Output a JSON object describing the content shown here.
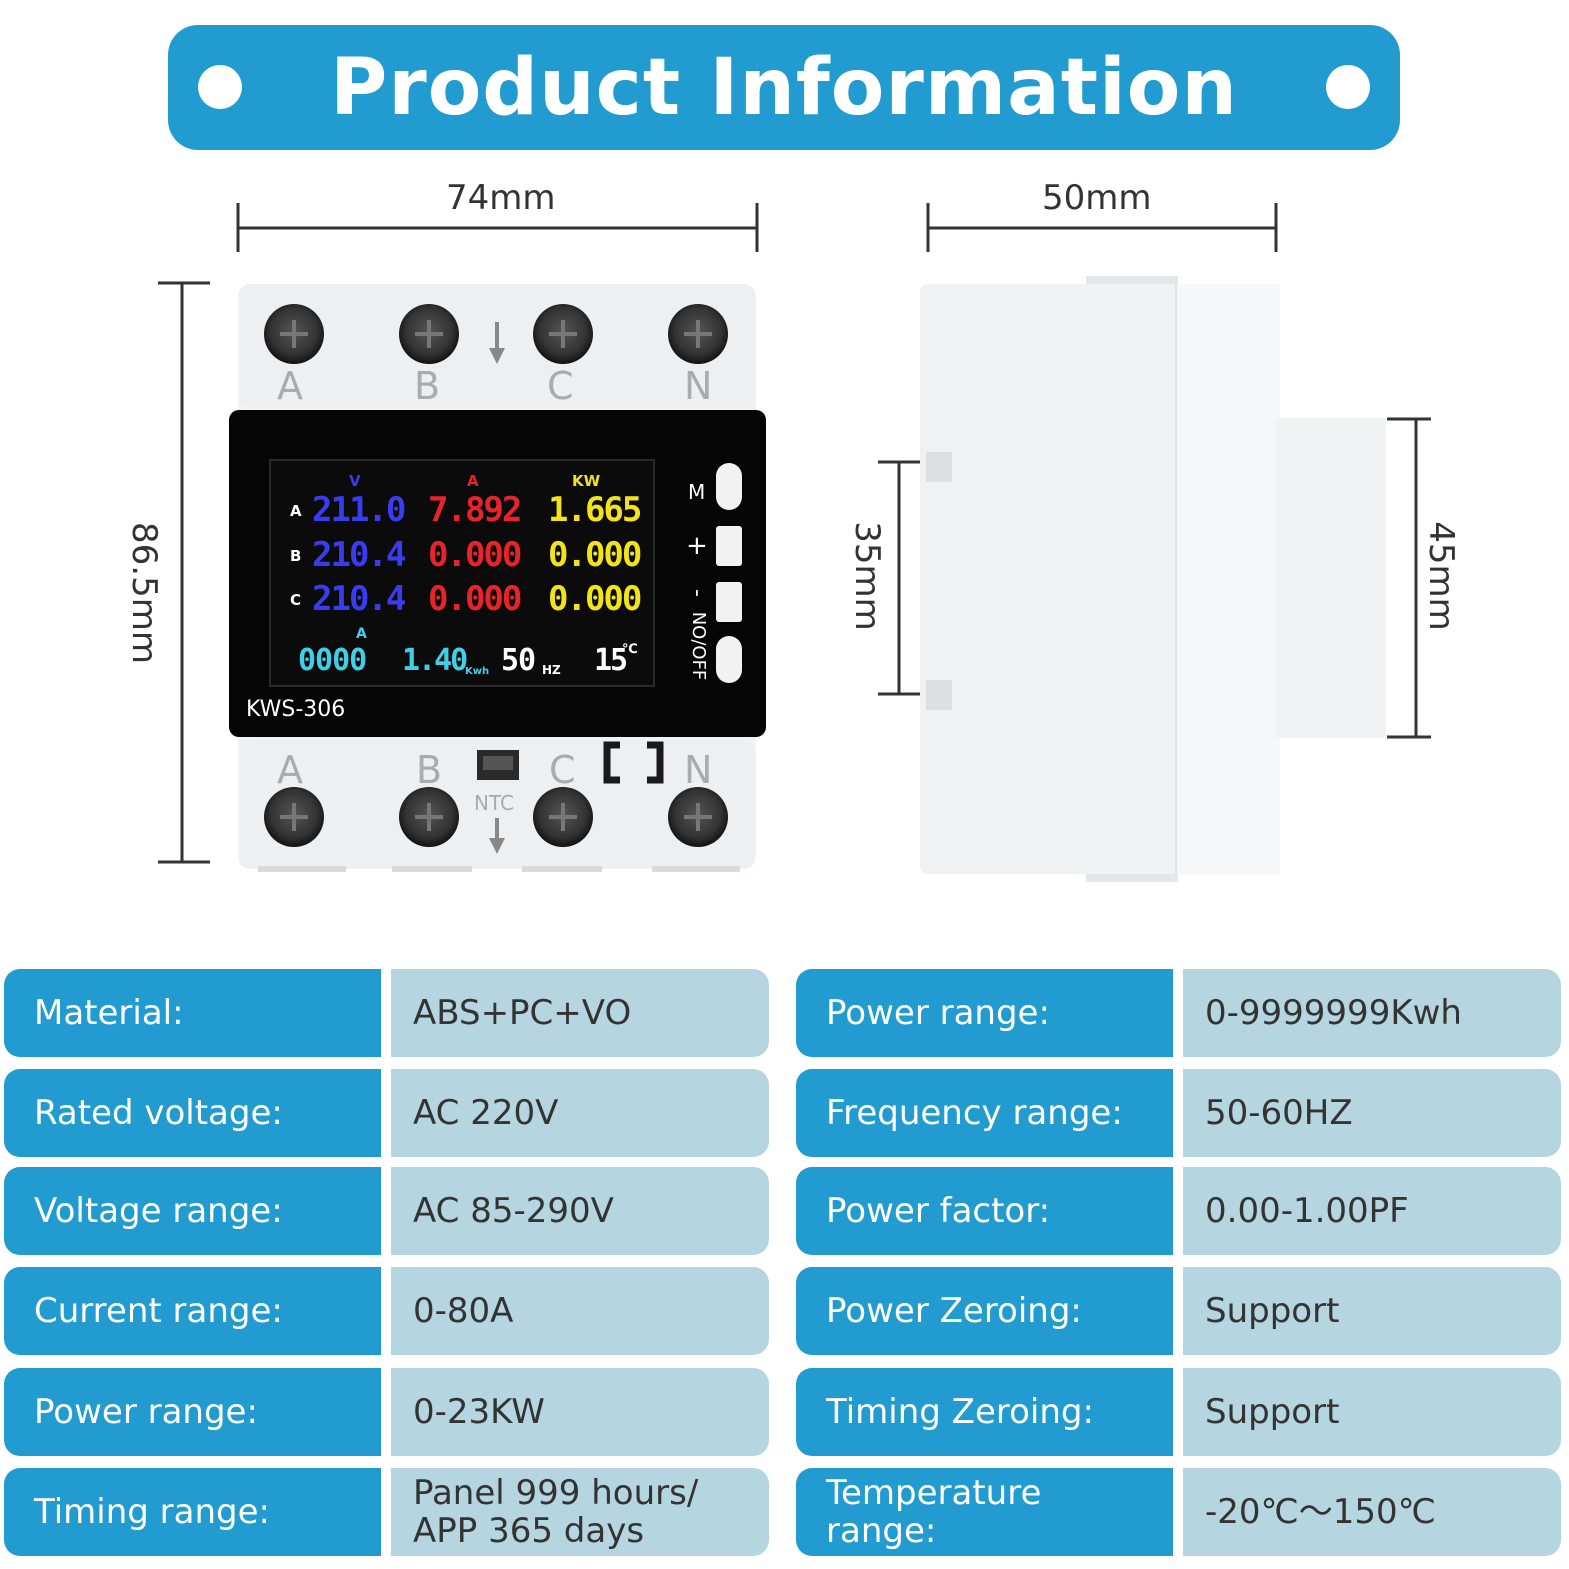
{
  "banner": {
    "title": "Product Information"
  },
  "dimensions": {
    "front_width": "74mm",
    "front_height": "86.5mm",
    "side_width": "50mm",
    "rail_height": "35mm",
    "side_height": "45mm"
  },
  "device": {
    "model": "KWS-306",
    "ntc_label": "NTC",
    "terminals_top": [
      "A",
      "B",
      "C",
      "N"
    ],
    "terminals_bottom": [
      "A",
      "B",
      "C",
      "N"
    ],
    "units": {
      "v": "V",
      "a": "A",
      "kw": "KW",
      "a2": "A",
      "kwh": "Kwh",
      "hz": "HZ",
      "deg": "℃"
    },
    "rows": [
      {
        "phase": "A",
        "voltage": "211.0",
        "current": "7.892",
        "power": "1.665"
      },
      {
        "phase": "B",
        "voltage": "210.4",
        "current": "0.000",
        "power": "0.000"
      },
      {
        "phase": "C",
        "voltage": "210.4",
        "current": "0.000",
        "power": "0.000"
      }
    ],
    "bottom": {
      "current": "0000",
      "energy": "1.40",
      "freq": "50",
      "temp": "15"
    },
    "buttons": [
      "M",
      "+",
      "-",
      "NO/OFF"
    ]
  },
  "specs_left": [
    {
      "key": "Material:",
      "value": "ABS+PC+VO"
    },
    {
      "key": "Rated voltage:",
      "value": "AC 220V"
    },
    {
      "key": "Voltage range:",
      "value": "AC 85-290V"
    },
    {
      "key": "Current range:",
      "value": "0-80A"
    },
    {
      "key": "Power range:",
      "value": "0-23KW"
    },
    {
      "key": "Timing range:",
      "value_line1": "Panel 999 hours/",
      "value_line2": "APP 365 days"
    }
  ],
  "specs_right": [
    {
      "key": "Power range:",
      "value": "0-9999999Kwh"
    },
    {
      "key": "Frequency range:",
      "value": "50-60HZ"
    },
    {
      "key": "Power factor:",
      "value": "0.00-1.00PF"
    },
    {
      "key": "Power Zeroing:",
      "value": "Support"
    },
    {
      "key": "Timing Zeroing:",
      "value": "Support"
    },
    {
      "key_line1": "Temperature",
      "key_line2": "range:",
      "value": "-20℃～150℃"
    }
  ],
  "colors": {
    "accent": "#219bd0",
    "value_bg": "#b5d5e0",
    "lcd_voltage": "#3a3cf0",
    "lcd_current": "#e8232a",
    "lcd_power": "#f2e21a",
    "lcd_bottom": "#3fd0e8"
  }
}
